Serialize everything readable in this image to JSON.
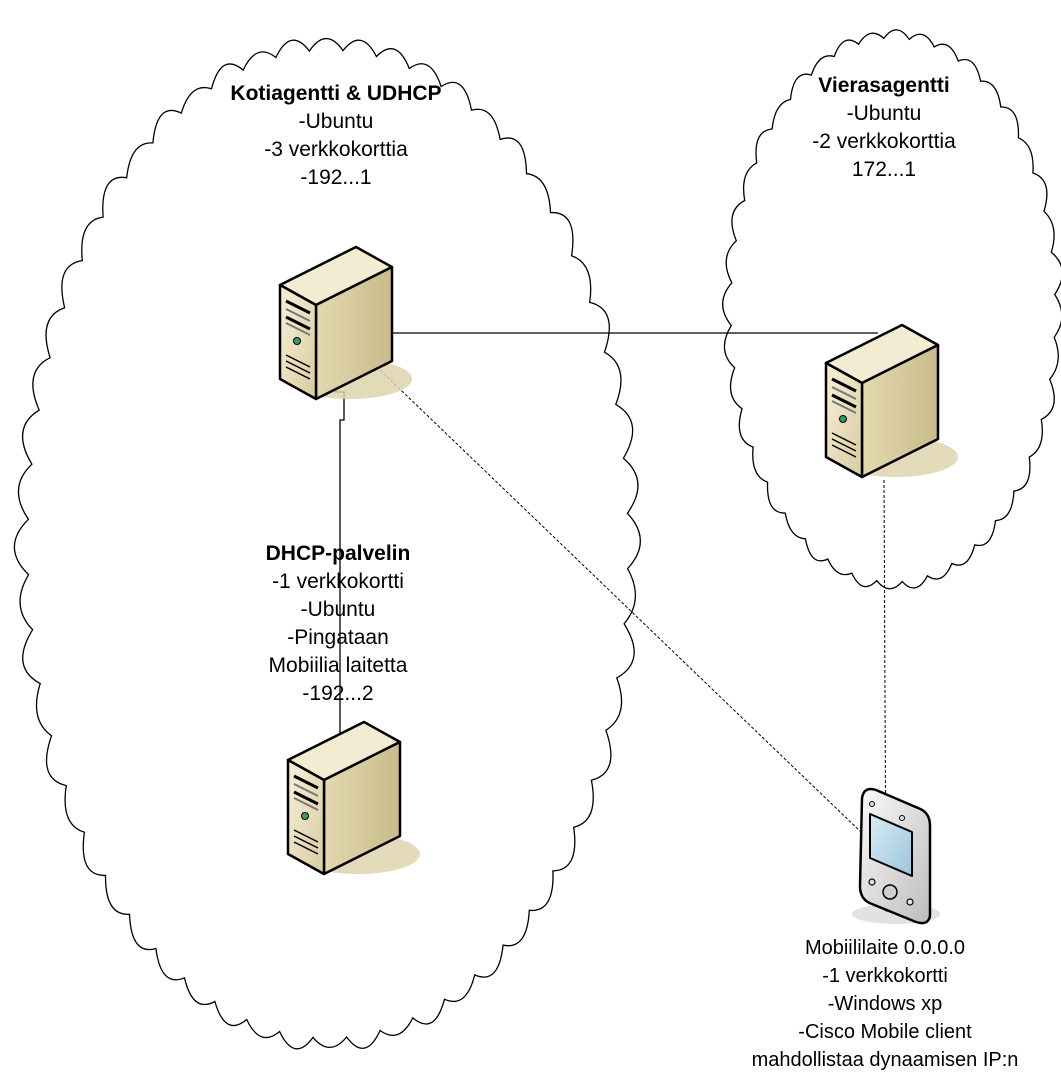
{
  "nodes": {
    "home_agent": {
      "title": "Kotiagentti & UDHCP",
      "lines": [
        "-Ubuntu",
        "-3 verkkokorttia",
        "-192...1"
      ]
    },
    "foreign_agent": {
      "title": "Vierasagentti",
      "lines": [
        "-Ubuntu",
        "-2 verkkokorttia",
        "172...1"
      ]
    },
    "dhcp_server": {
      "title": "DHCP-palvelin",
      "lines": [
        "-1 verkkokortti",
        "-Ubuntu",
        "-Pingataan",
        "Mobiilia laitetta",
        "-192...2"
      ]
    },
    "mobile_device": {
      "lines": [
        "Mobiililaite 0.0.0.0",
        "-1 verkkokortti",
        "-Windows xp",
        "-Cisco Mobile client",
        "mahdollistaa dynaamisen IP:n"
      ]
    }
  },
  "icons": [
    "cloud-icon",
    "server-icon",
    "pda-icon"
  ],
  "colors": {
    "server_body": "#f1e7c8",
    "server_shadow": "#d9cfa6",
    "pda_body": "#e8e8e8",
    "pda_screen": "#b8d8e8",
    "stroke": "#000000"
  }
}
